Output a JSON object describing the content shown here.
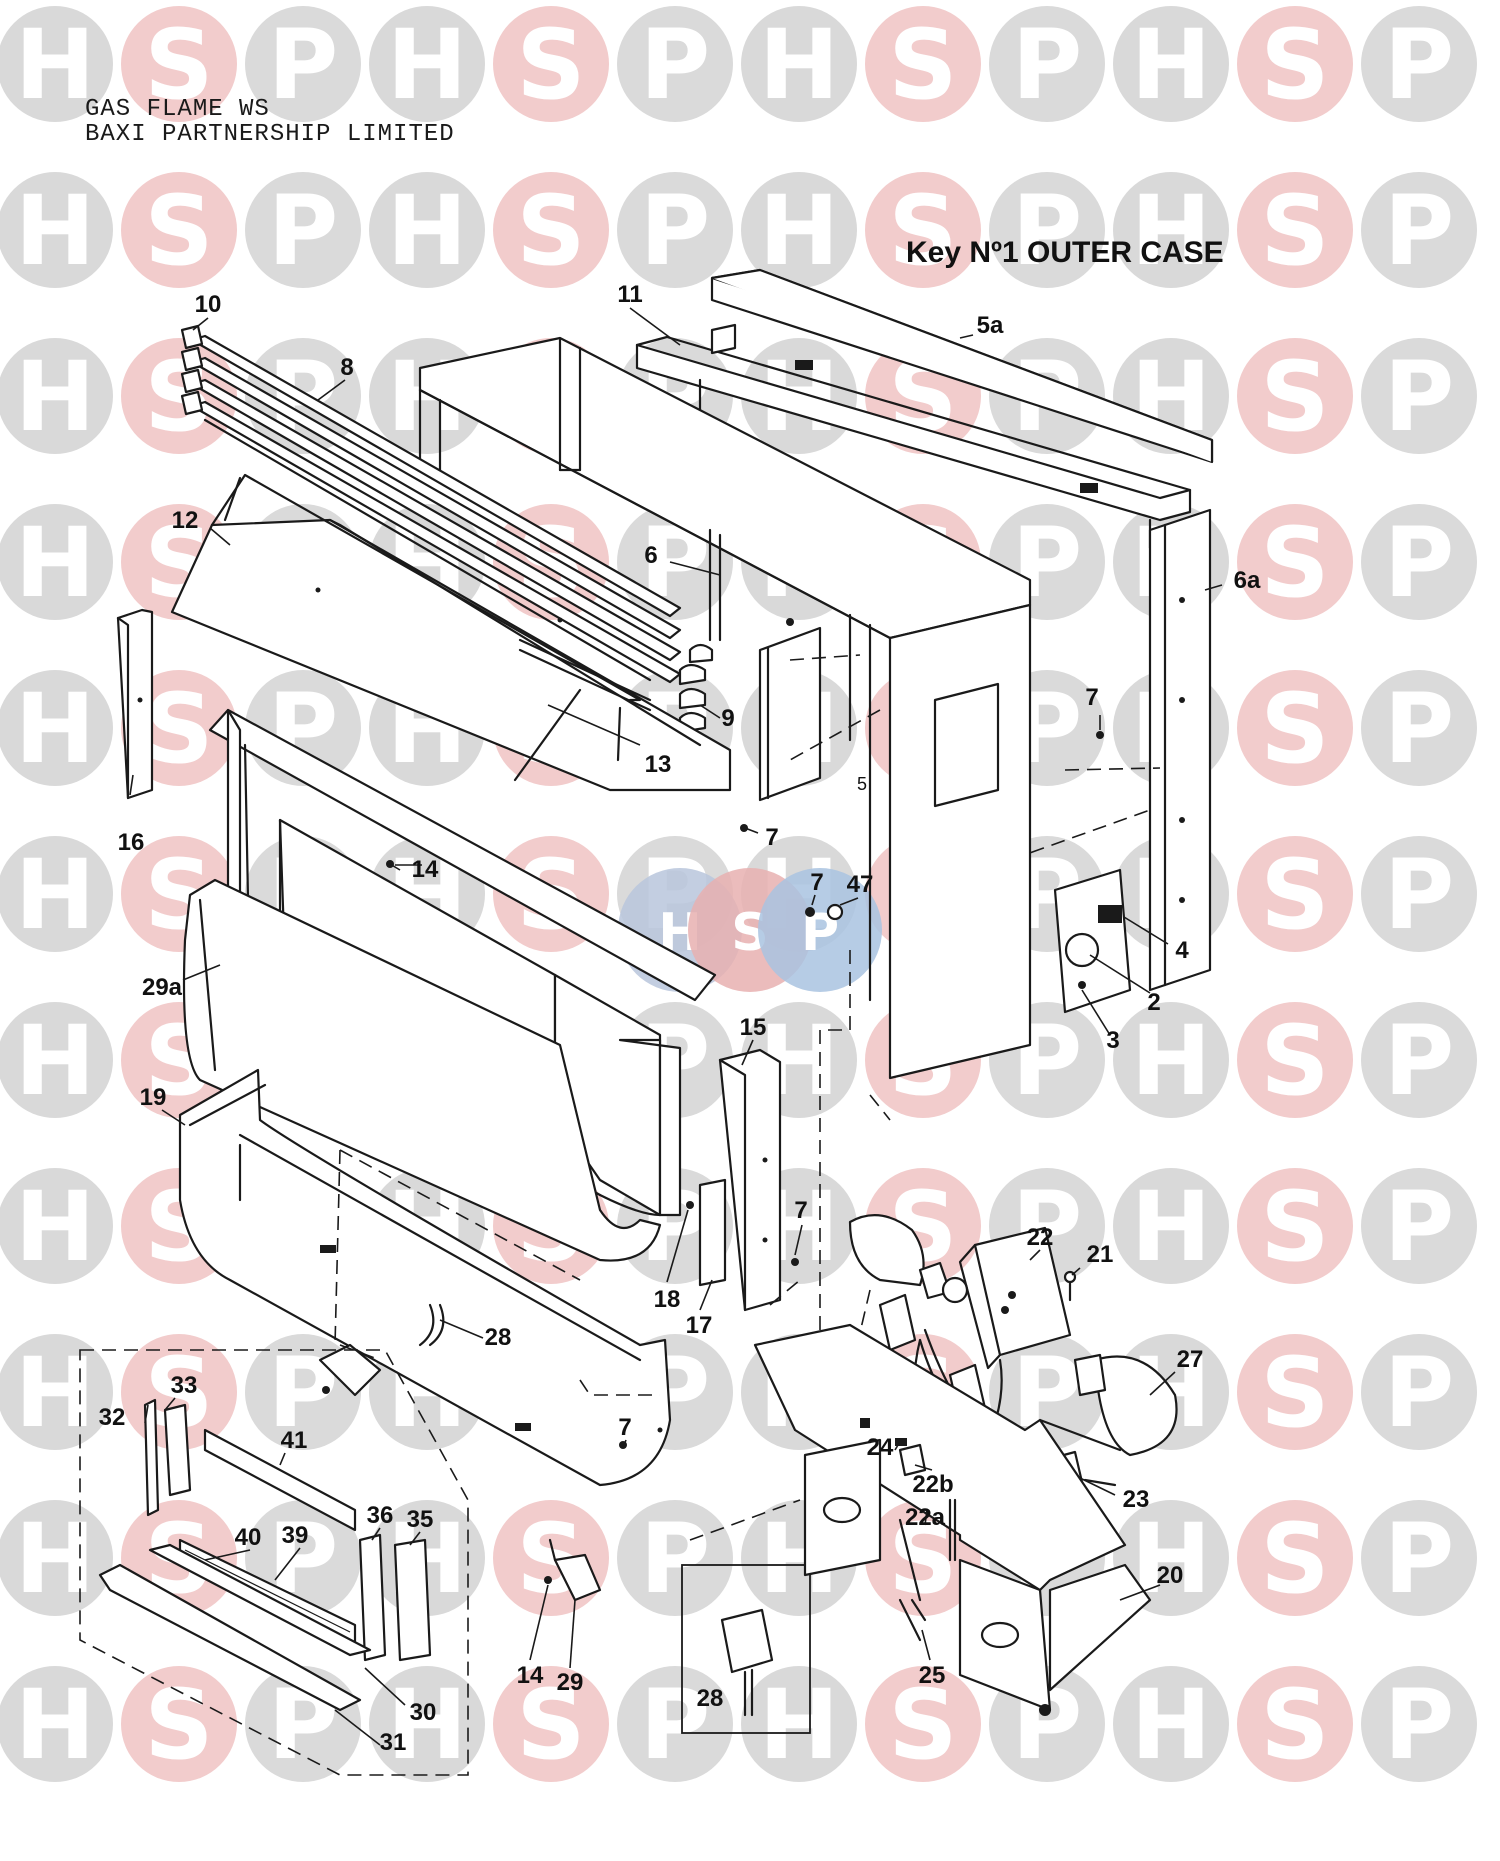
{
  "header": {
    "line1": "GAS FLAME WS",
    "line2": "BAXI PARTNERSHIP LIMITED"
  },
  "key_title": "Key Nº1 OUTER  CASE",
  "watermark": {
    "letters": [
      "H",
      "S",
      "P"
    ],
    "colors": {
      "H": "#d9d9d9",
      "S": "#f2cccc",
      "P": "#dadada"
    },
    "center_logo": {
      "letters": [
        "H",
        "S",
        "P"
      ],
      "colors": [
        "#b8c6dc",
        "#e8b0b0",
        "#a9c3e0"
      ]
    }
  },
  "labels": [
    {
      "id": "10",
      "text": "10"
    },
    {
      "id": "8",
      "text": "8"
    },
    {
      "id": "11",
      "text": "11"
    },
    {
      "id": "5a",
      "text": "5a"
    },
    {
      "id": "12",
      "text": "12"
    },
    {
      "id": "6",
      "text": "6"
    },
    {
      "id": "6a",
      "text": "6a"
    },
    {
      "id": "9",
      "text": "9"
    },
    {
      "id": "13",
      "text": "13"
    },
    {
      "id": "7a",
      "text": "7"
    },
    {
      "id": "16",
      "text": "16"
    },
    {
      "id": "7b",
      "text": "7"
    },
    {
      "id": "14a",
      "text": "14"
    },
    {
      "id": "7c",
      "text": "7"
    },
    {
      "id": "47",
      "text": "47"
    },
    {
      "id": "4",
      "text": "4"
    },
    {
      "id": "2",
      "text": "2"
    },
    {
      "id": "3",
      "text": "3"
    },
    {
      "id": "29a",
      "text": "29a"
    },
    {
      "id": "15",
      "text": "15"
    },
    {
      "id": "19",
      "text": "19"
    },
    {
      "id": "7d",
      "text": "7"
    },
    {
      "id": "18",
      "text": "18"
    },
    {
      "id": "17",
      "text": "17"
    },
    {
      "id": "22",
      "text": "22"
    },
    {
      "id": "21",
      "text": "21"
    },
    {
      "id": "28a",
      "text": "28"
    },
    {
      "id": "27",
      "text": "27"
    },
    {
      "id": "33",
      "text": "33"
    },
    {
      "id": "32",
      "text": "32"
    },
    {
      "id": "41",
      "text": "41"
    },
    {
      "id": "7e",
      "text": "7"
    },
    {
      "id": "24",
      "text": "24"
    },
    {
      "id": "22b",
      "text": "22b"
    },
    {
      "id": "23",
      "text": "23"
    },
    {
      "id": "22a",
      "text": "22a"
    },
    {
      "id": "36",
      "text": "36"
    },
    {
      "id": "35",
      "text": "35"
    },
    {
      "id": "40",
      "text": "40"
    },
    {
      "id": "39",
      "text": "39"
    },
    {
      "id": "20",
      "text": "20"
    },
    {
      "id": "14b",
      "text": "14"
    },
    {
      "id": "29",
      "text": "29"
    },
    {
      "id": "30",
      "text": "30"
    },
    {
      "id": "28b",
      "text": "28"
    },
    {
      "id": "25",
      "text": "25"
    },
    {
      "id": "31",
      "text": "31"
    }
  ]
}
